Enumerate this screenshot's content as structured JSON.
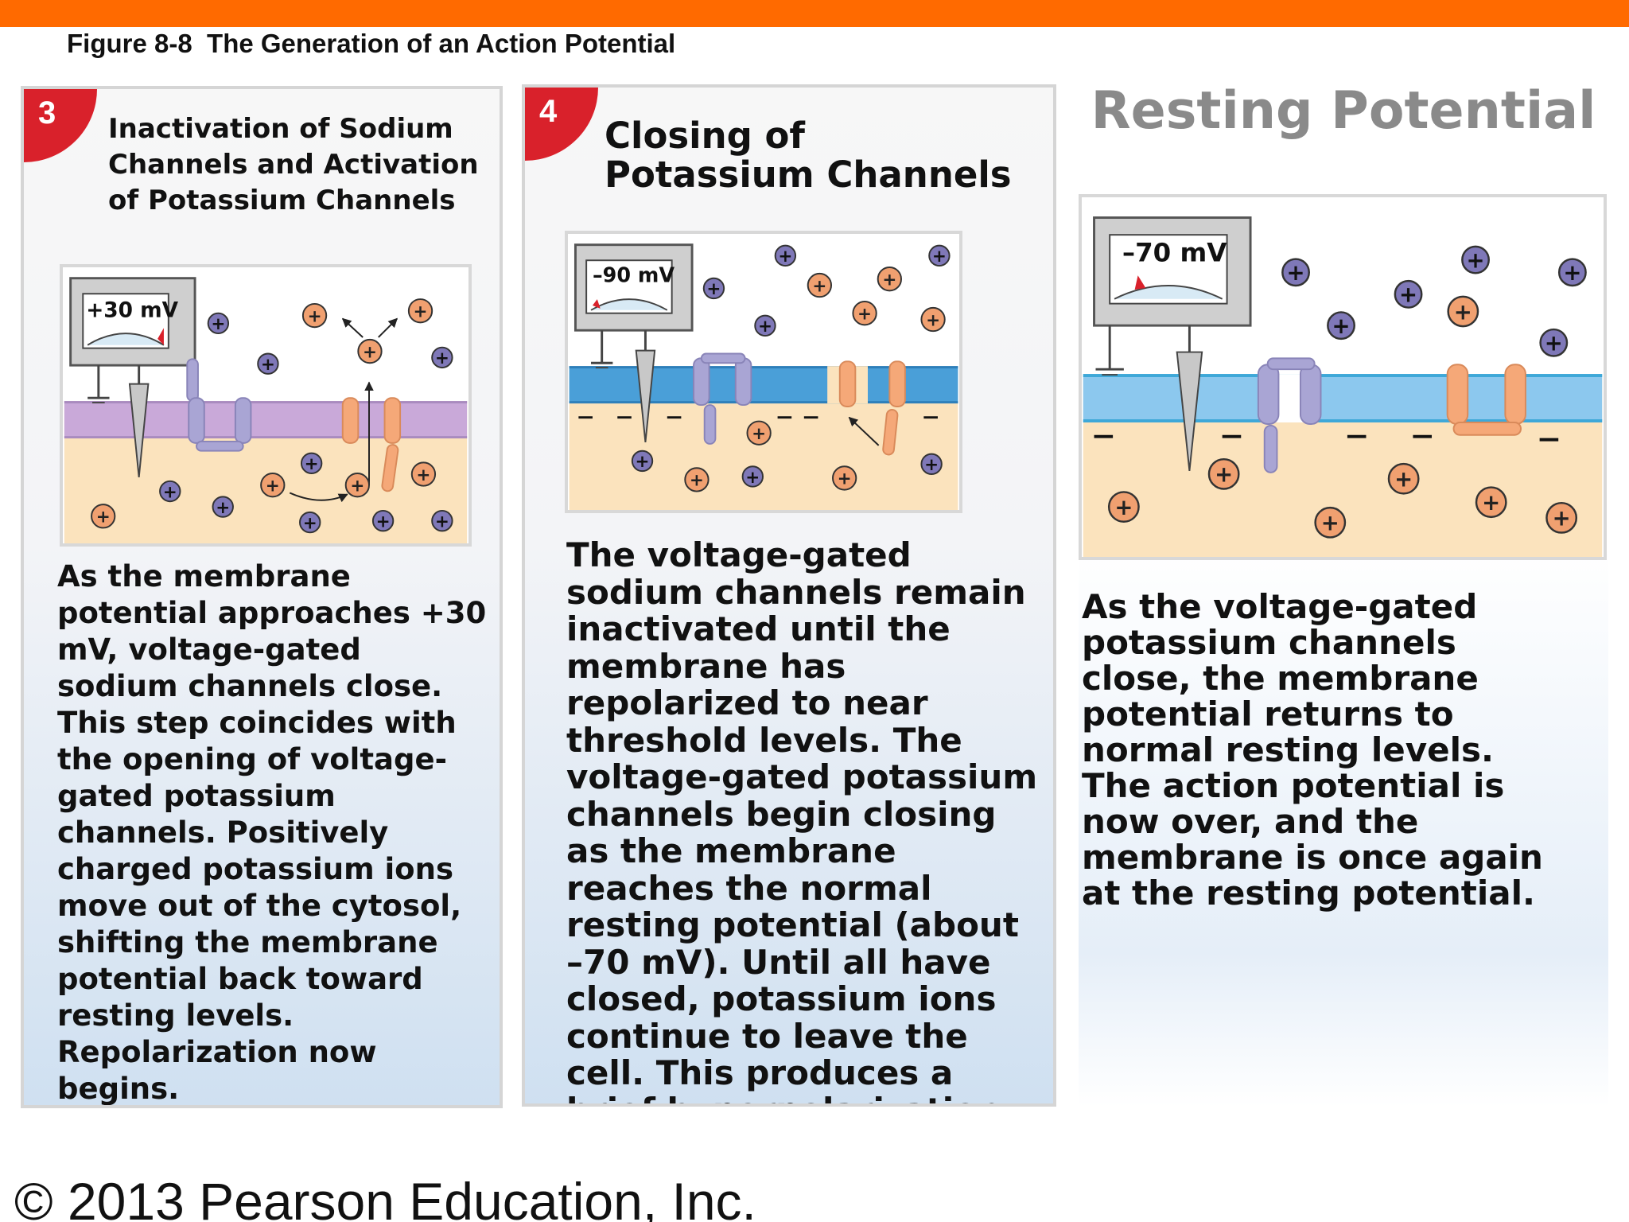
{
  "header": {
    "bar_color": "#ff6a00",
    "figure_title": "Figure 8-8  The Generation of an Action Potential"
  },
  "panels": [
    {
      "step": "3",
      "title": "Inactivation of Sodium Channels and Activation of Potassium Channels",
      "meter": "+30 mV",
      "description": "As the membrane potential approaches +30 mV, voltage-gated sodium channels close. This step coincides with the opening of voltage-gated potassium channels. Positively charged potassium ions move out of the cytosol, shifting the membrane potential back toward resting levels. Repolarization now begins."
    },
    {
      "step": "4",
      "title": "Closing of Potassium Channels",
      "meter": "–90 mV",
      "description": "The voltage-gated sodium channels remain inactivated until the membrane has repolarized to near threshold levels. The voltage-gated potassium channels begin closing as the membrane reaches the normal resting potential (about  –70 mV). Until all have closed, potassium ions continue to leave the cell. This produces a brief hyperpolarization."
    },
    {
      "title": "Resting Potential",
      "meter": "–70 mV",
      "description": "As the voltage-gated potassium channels close, the membrane potential returns to normal resting levels. The action potential is now over, and the membrane is once again at the resting potential."
    }
  ],
  "colors": {
    "badge": "#d9212b",
    "sodium_ion": "#7f78b8",
    "potassium_ion": "#f0a070",
    "channel_sodium": "#a9a5d4",
    "channel_potassium": "#f5a878",
    "membrane_depolarized": "#c9a9d9",
    "membrane_hyperpolarized": "#4a9fd8",
    "membrane_resting": "#8cc8ee",
    "cytosol": "#fbe3bd"
  },
  "footer": {
    "copyright": "© 2013 Pearson Education, Inc."
  }
}
